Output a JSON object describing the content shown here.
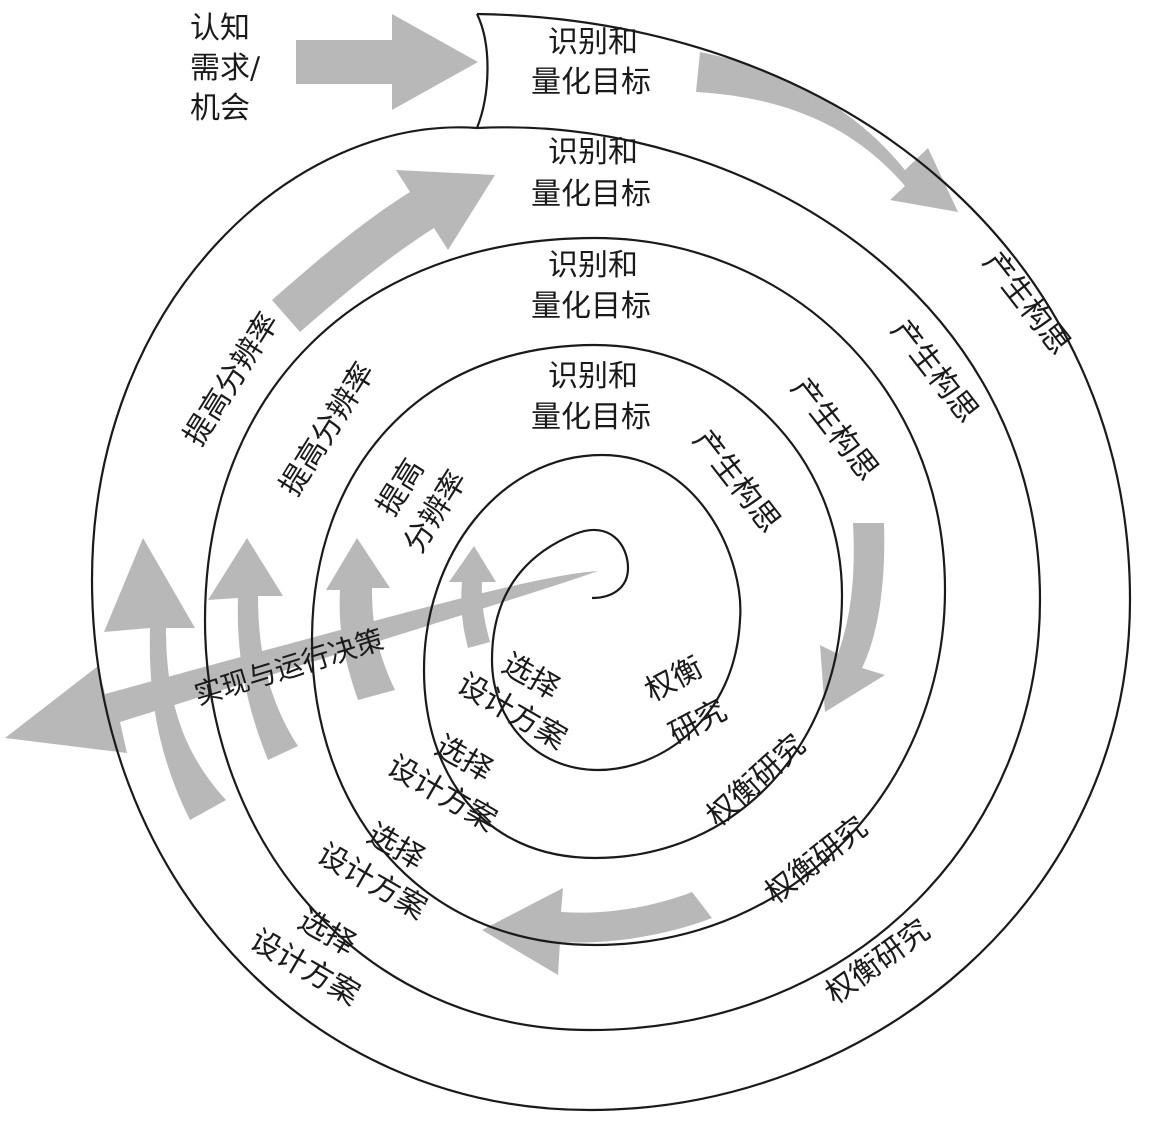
{
  "entry": {
    "line1": "认知",
    "line2": "需求/",
    "line3": "机会"
  },
  "phases": {
    "identify_line1": "识别和",
    "identify_line2": "量化目标",
    "concept": "产生构思",
    "tradeoff": "权衡研究",
    "tradeoff_line1": "权衡",
    "tradeoff_line2": "研究",
    "select_line1": "选择",
    "select_line2": "设计方案",
    "resolution": "提高分辨率",
    "resolution_line1": "提高",
    "resolution_line2": "分辨率"
  },
  "exit_decision": "实现与运行决策",
  "colors": {
    "arrow": "#b8b8b8",
    "line": "#1a1a1a",
    "background": "#ffffff"
  }
}
